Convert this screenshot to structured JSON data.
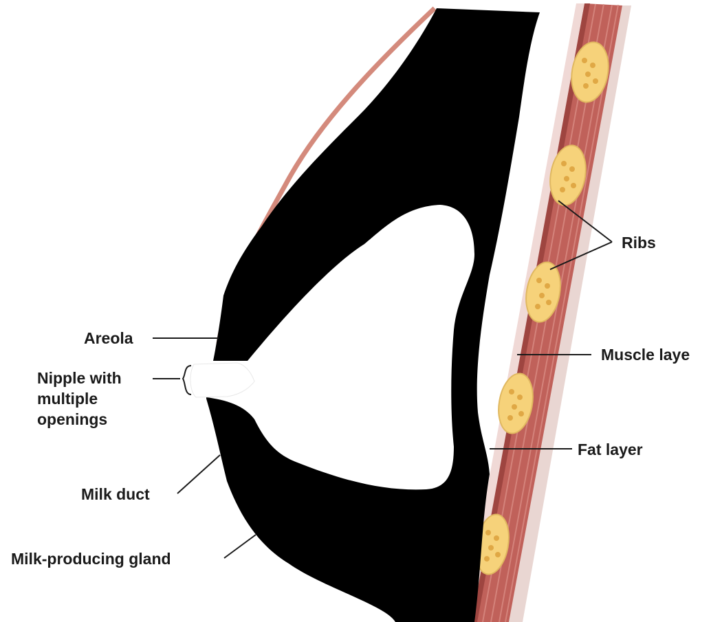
{
  "labels": {
    "areola": "Areola",
    "nipple_line1": "Nipple with",
    "nipple_line2": "multiple",
    "nipple_line3": "openings",
    "milk_duct": "Milk duct",
    "milk_gland": "Milk-producing gland",
    "ribs": "Ribs",
    "muscle": "Muscle laye",
    "fat": "Fat layer"
  },
  "colors": {
    "background": "#ffffff",
    "mask": "#000000",
    "muscle": "#c0615a",
    "muscle_dark": "#9e4540",
    "muscle_stripe": "#d98c84",
    "rib": "#f6d27a",
    "rib_dot": "#e0a845",
    "skin": "#d48a7c",
    "leader": "#1a1a1a"
  },
  "icons": {
    "rib": "rib-cross-section-icon"
  }
}
